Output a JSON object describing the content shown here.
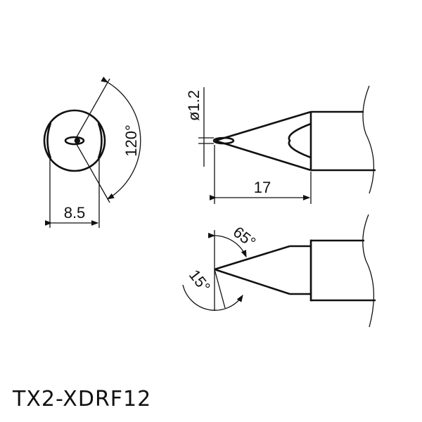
{
  "drawing": {
    "model_name": "TX2-XDRF12",
    "front_view": {
      "width_dim": "8.5",
      "angle_dim": "120°"
    },
    "side_view": {
      "diameter_dim": "ø1.2",
      "length_dim": "17"
    },
    "top_view": {
      "angle_upper": "65°",
      "angle_lower": "15°"
    }
  }
}
